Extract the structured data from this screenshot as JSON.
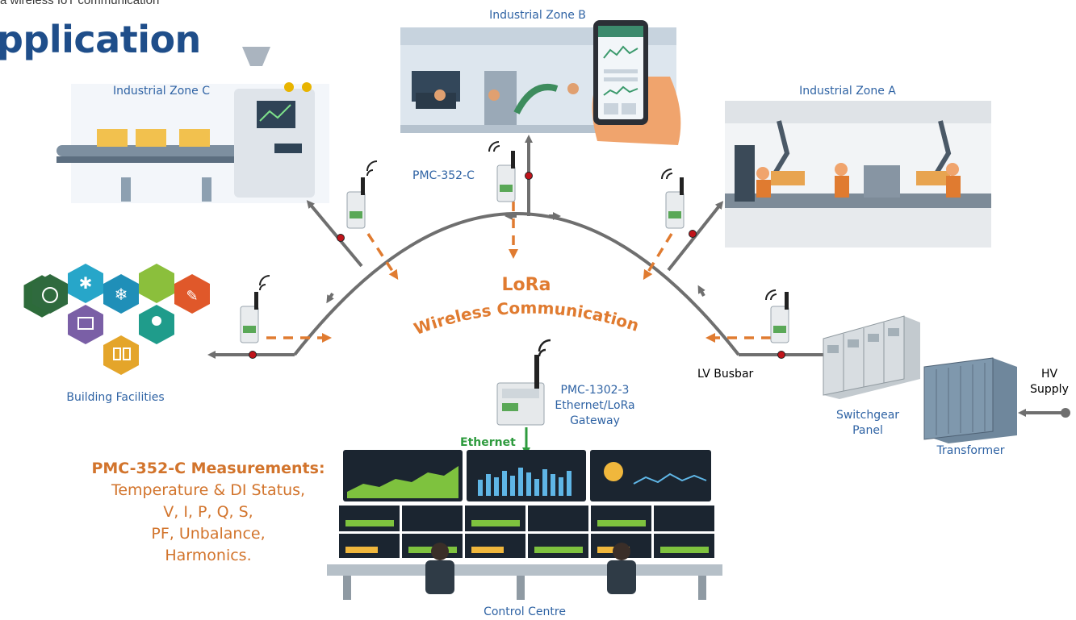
{
  "header": {
    "subtitle": "a wireless IoT communication",
    "title": "pplication"
  },
  "zones": {
    "b": "Industrial Zone B",
    "c": "Industrial Zone C",
    "a": "Industrial Zone A",
    "building": "Building Facilities",
    "control": "Control Centre"
  },
  "devices": {
    "meter": "PMC-352-C",
    "gateway_model": "PMC-1302-3",
    "gateway_type": "Ethernet/LoRa",
    "gateway_word": "Gateway",
    "ethernet": "Ethernet"
  },
  "center": {
    "lora": "LoRa",
    "wireless": "Wireless Communication"
  },
  "power": {
    "lv_busbar": "LV Busbar",
    "switchgear_line1": "Switchgear",
    "switchgear_line2": "Panel",
    "transformer": "Transformer",
    "hv_line1": "HV",
    "hv_line2": "Supply"
  },
  "measurements": {
    "title": "PMC-352-C Measurements:",
    "lines": [
      "Temperature & DI Status,",
      "V, I, P, Q, S,",
      "PF, Unbalance,",
      "Harmonics."
    ]
  },
  "colors": {
    "line": "#6f6f6f",
    "dashed": "#e07b30",
    "junction": "#c0141b",
    "ethernet": "#2e9b3e",
    "label_blue": "#2f63a4",
    "accent_orange": "#d2742c"
  }
}
